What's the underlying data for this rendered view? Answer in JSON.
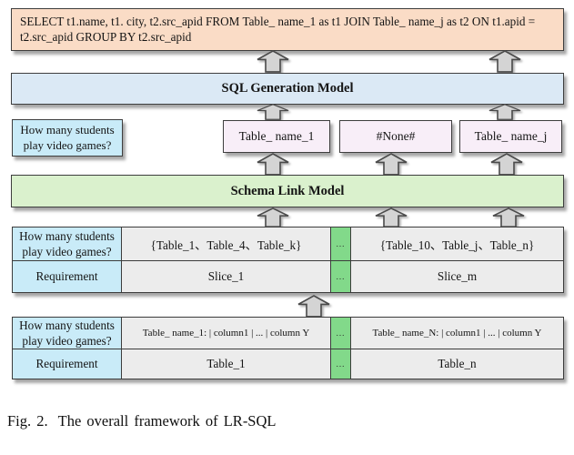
{
  "colors": {
    "sql_output_bg": "#fadcc6",
    "generation_model_bg": "#dbe9f5",
    "question_bg": "#c9ebf8",
    "slot_bg": "#f8eef8",
    "schema_model_bg": "#daf1cd",
    "table_cell_bg": "#ececec",
    "dots_column_bg": "#82d98a",
    "arrow_fill": "#d4d4d4"
  },
  "sql_output": {
    "text": "SELECT t1.name, t1. city, t2.src_apid FROM Table_ name_1 as t1 JOIN Table_ name_j as t2 ON t1.apid = t2.src_apid GROUP BY t2.src_apid"
  },
  "models": {
    "sql_generation": "SQL Generation Model",
    "schema_link": "Schema Link Model"
  },
  "question": {
    "line1": "How many students",
    "line2": "play video games?"
  },
  "slots": {
    "first": "Table_ name_1",
    "none": "#None#",
    "last": "Table_ name_j"
  },
  "row_label": "Requirement",
  "slice_table": {
    "tables_set_1": "{Table_1、Table_4、Table_k}",
    "dots_row1": "...",
    "tables_set_m": "{Table_10、Table_j、Table_n}",
    "slice_1": "Slice_1",
    "dots_row2": "...",
    "slice_m": "Slice_m"
  },
  "schema_table": {
    "schema_1": "Table_ name_1: | column1 | ... | column Y",
    "dots_row1": "...",
    "schema_n": "Table_ name_N: | column1 | ... | column Y",
    "table_1": "Table_1",
    "dots_row2": "...",
    "table_n": "Table_n"
  },
  "caption": {
    "label": "Fig. 2.",
    "text": "The overall framework of LR-SQL"
  }
}
